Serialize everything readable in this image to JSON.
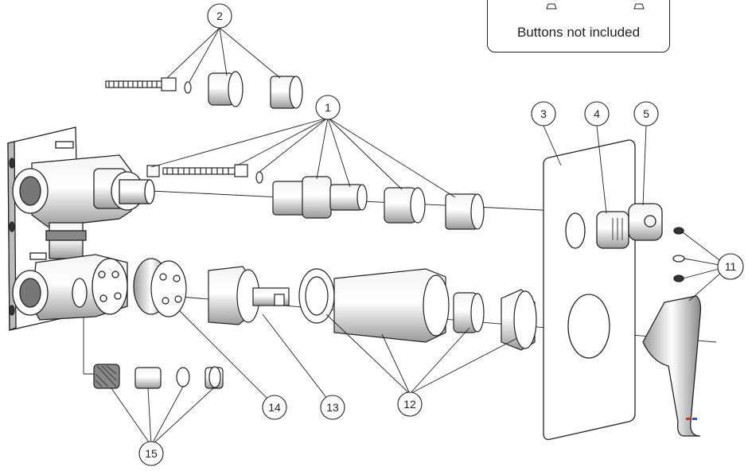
{
  "note": {
    "text": "Buttons not included"
  },
  "callouts": [
    {
      "id": "1",
      "label": "1"
    },
    {
      "id": "2",
      "label": "2"
    },
    {
      "id": "3",
      "label": "3"
    },
    {
      "id": "4",
      "label": "4"
    },
    {
      "id": "5",
      "label": "5"
    },
    {
      "id": "11",
      "label": "11"
    },
    {
      "id": "12",
      "label": "12"
    },
    {
      "id": "13",
      "label": "13"
    },
    {
      "id": "14",
      "label": "14"
    },
    {
      "id": "15",
      "label": "15"
    }
  ],
  "colors": {
    "line": "#222222",
    "fill": "#ffffff",
    "shade": "#bdbdbd",
    "dark": "#555555",
    "hot": "#d32f2f",
    "cold": "#1e5bd6"
  }
}
